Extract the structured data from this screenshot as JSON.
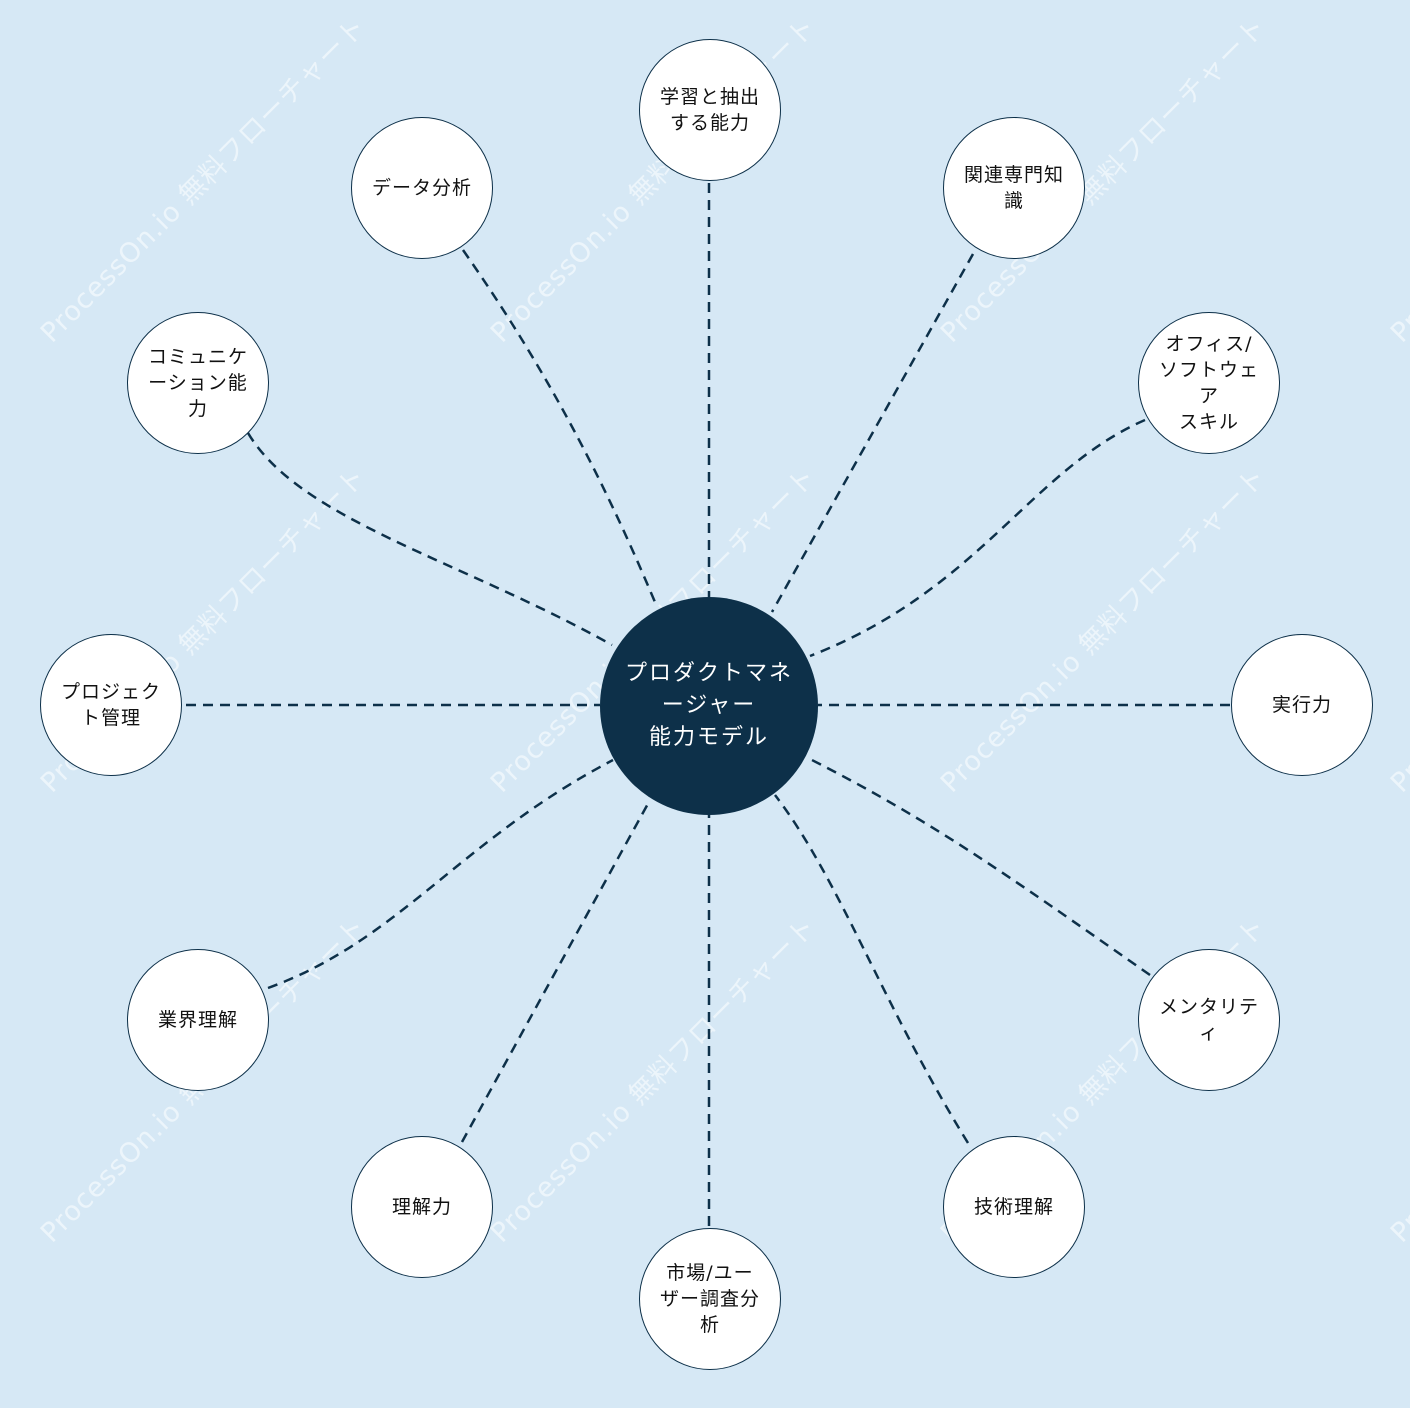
{
  "watermark_text": "ProcessOn.io 無料フローチャート",
  "colors": {
    "background": "#d6e8f5",
    "center": "#0d3049",
    "node_border": "#0d3049",
    "node_fill": "#ffffff"
  },
  "center": {
    "label": "プロダクトマネ\nージャー\n能力モデル"
  },
  "nodes": [
    {
      "id": "learning",
      "label": "学習と抽出\nする能力"
    },
    {
      "id": "expertise",
      "label": "関連専門知\n識"
    },
    {
      "id": "office",
      "label": "オフィス/\nソフトウェ\nア\nスキル"
    },
    {
      "id": "execution",
      "label": "実行力"
    },
    {
      "id": "mentality",
      "label": "メンタリテ\nィ"
    },
    {
      "id": "tech",
      "label": "技術理解"
    },
    {
      "id": "market",
      "label": "市場/ユー\nザー調査分\n析"
    },
    {
      "id": "understanding",
      "label": "理解力"
    },
    {
      "id": "industry",
      "label": "業界理解"
    },
    {
      "id": "project",
      "label": "プロジェク\nト管理"
    },
    {
      "id": "communication",
      "label": "コミュニケ\nーション能\n力"
    },
    {
      "id": "data",
      "label": "データ分析"
    }
  ]
}
